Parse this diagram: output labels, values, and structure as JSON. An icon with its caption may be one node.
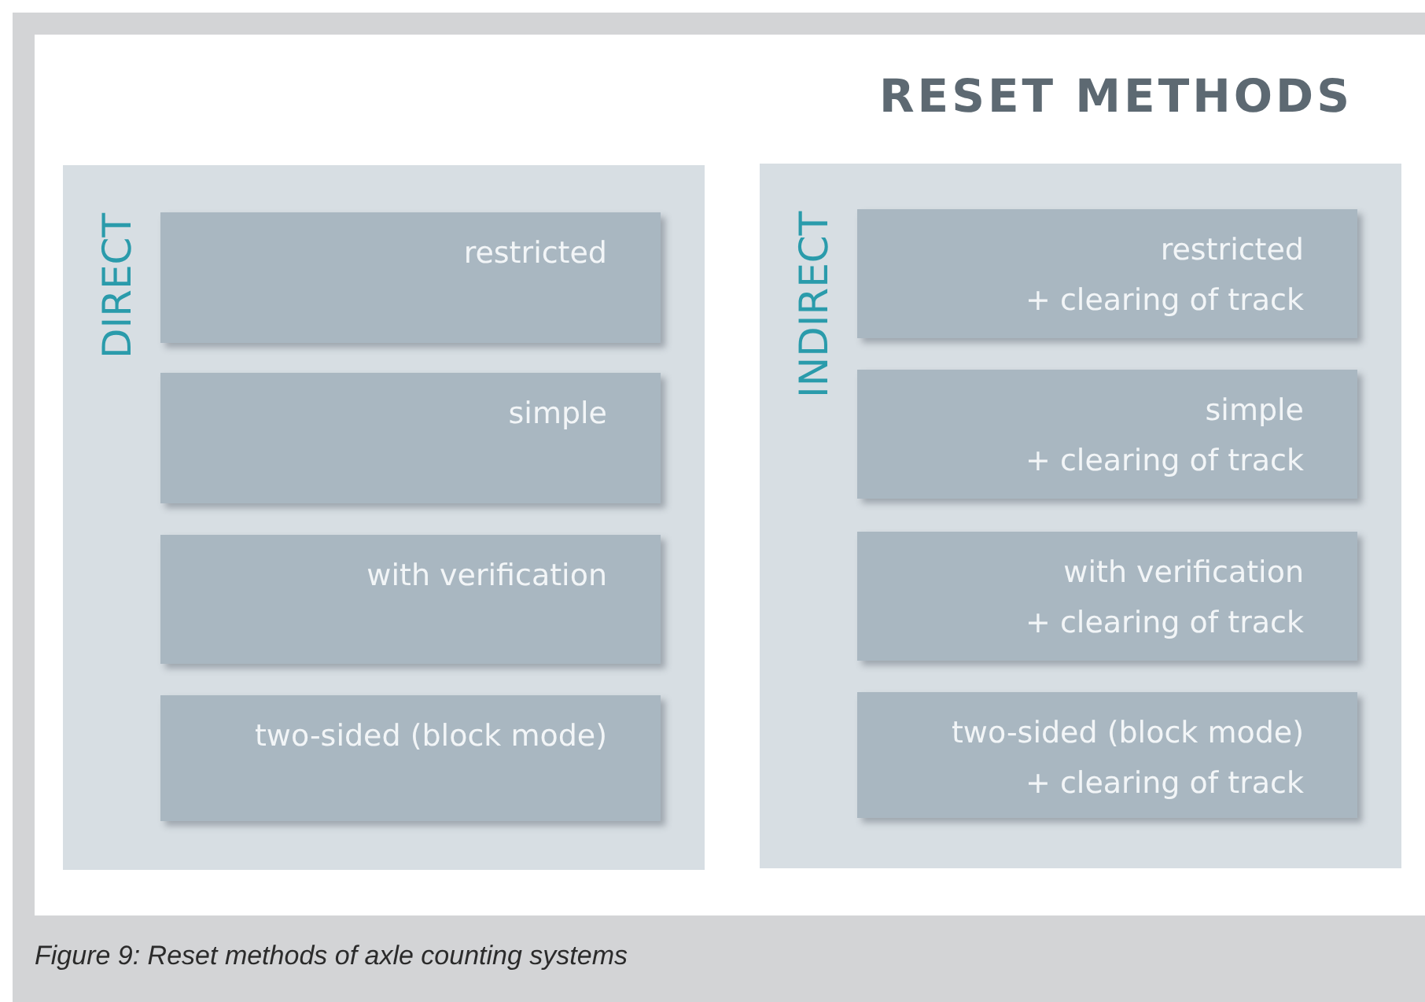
{
  "diagram": {
    "title": "RESET METHODS",
    "caption": "Figure 9: Reset methods of axle counting systems",
    "nodes": [
      {
        "text": [
          "DIRECT"
        ]
      },
      {
        "text": [
          "restricted"
        ],
        "in": 0
      },
      {
        "text": [
          "simple"
        ],
        "in": 0
      },
      {
        "text": [
          "with  verification"
        ],
        "in": 0
      },
      {
        "text": [
          "two-sided (block mode)"
        ],
        "in": 0
      },
      {
        "text": [
          "INDIRECT"
        ]
      },
      {
        "text": [
          "restricted",
          "+ clearing of track"
        ],
        "in": 5
      },
      {
        "text": [
          "simple",
          "+ clearing of track"
        ],
        "in": 5
      },
      {
        "text": [
          "with verification",
          "+ clearing of track"
        ],
        "in": 5
      },
      {
        "text": [
          "two-sided (block mode)",
          "+ clearing of track"
        ],
        "in": 5
      }
    ]
  }
}
